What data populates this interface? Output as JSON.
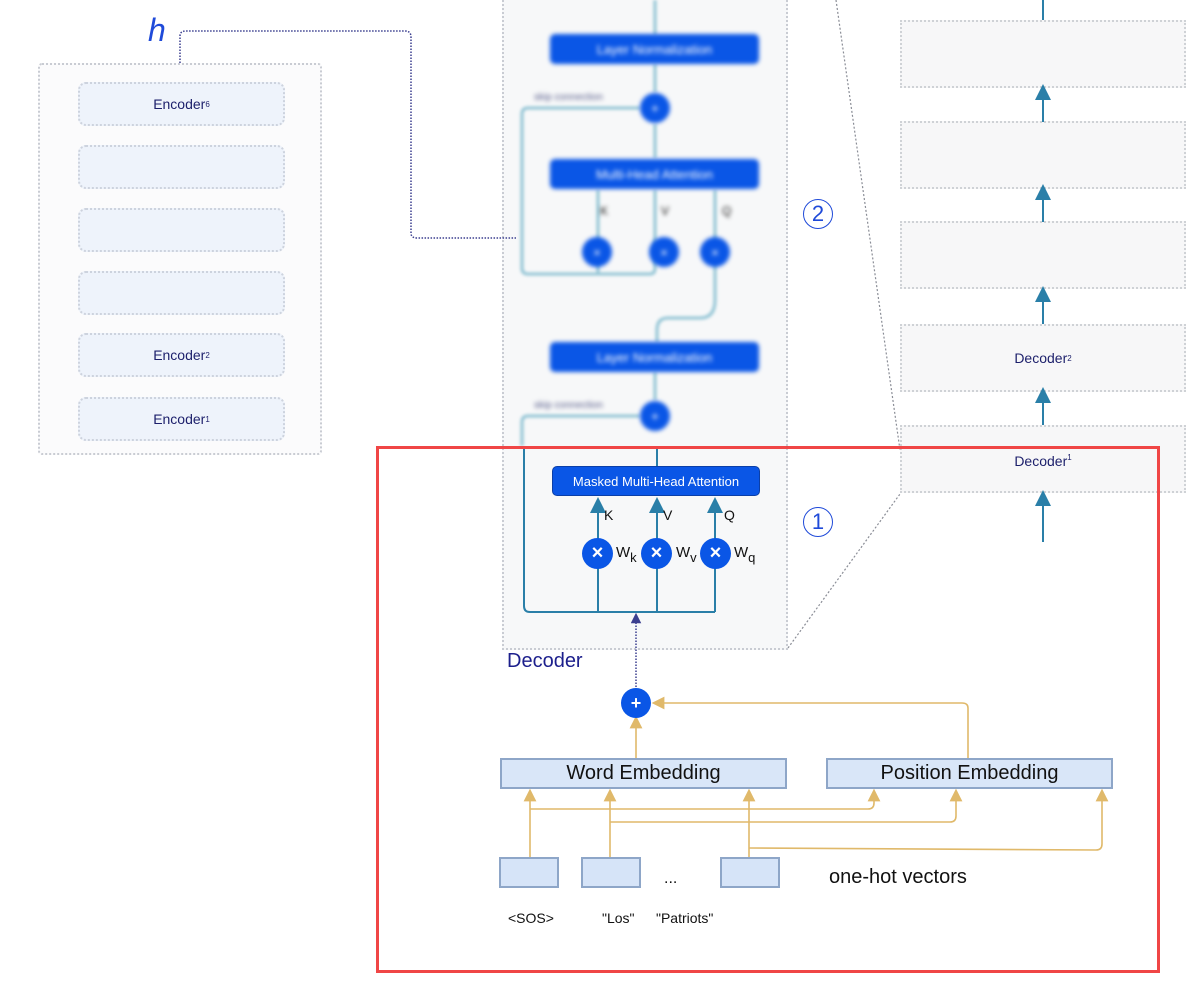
{
  "encoder_stack": {
    "output_label": "h",
    "boxes": [
      {
        "name": "Encoder",
        "sub": "6"
      },
      {
        "name": "",
        "sub": ""
      },
      {
        "name": "",
        "sub": ""
      },
      {
        "name": "",
        "sub": ""
      },
      {
        "name": "Encoder",
        "sub": "2"
      },
      {
        "name": "Encoder",
        "sub": "1"
      }
    ]
  },
  "decoder_detail": {
    "title": "Decoder",
    "top_layer_norm": "Layer Normalization",
    "skip_connection_label": "skip connection",
    "cross_attention": "Multi-Head Attention",
    "middle_layer_norm": "Layer Normalization",
    "masked_attention": "Masked Multi-Head Attention",
    "kvq": [
      "K",
      "V",
      "Q"
    ],
    "weights": [
      {
        "w": "W",
        "sub": "k"
      },
      {
        "w": "W",
        "sub": "v"
      },
      {
        "w": "W",
        "sub": "q"
      }
    ],
    "multiply_symbol": "×",
    "add_symbol": "+"
  },
  "annotations": {
    "step1": "1",
    "step2": "2"
  },
  "decoder_stack": {
    "boxes": [
      {
        "name": "",
        "sub": ""
      },
      {
        "name": "",
        "sub": ""
      },
      {
        "name": "",
        "sub": ""
      },
      {
        "name": "Decoder",
        "sub": "2"
      },
      {
        "name": "Decoder",
        "sub": "1"
      }
    ]
  },
  "input_pipeline": {
    "word_embedding": "Word Embedding",
    "position_embedding": "Position Embedding",
    "one_hot_label": "one-hot vectors",
    "ellipsis": "...",
    "tokens": [
      "<SOS>",
      "\"Los\"",
      "\"Patriots\""
    ]
  },
  "colors": {
    "primary_blue": "#0a56e6",
    "teal_line": "#2a7fa8",
    "gold_line": "#e0b96a",
    "highlight_red": "#f04646",
    "label_navy": "#1c1f6b"
  }
}
